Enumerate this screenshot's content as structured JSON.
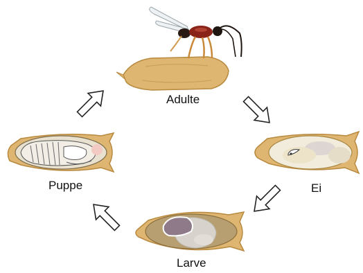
{
  "stages": {
    "adult": "Adulte",
    "egg": "Ei",
    "larva": "Larve",
    "pupa": "Puppe"
  },
  "colors": {
    "host_body": "#deb671",
    "host_outline": "#b8893e",
    "host_wing": "#e2bd7f",
    "egg_inner": "#f1ecdc",
    "larva_inner": "#b89f72",
    "larva_body": "#d7d3cc",
    "wasp_thorax": "#8b2418",
    "wasp_head": "#1e1410",
    "arrow_outline": "#222222"
  },
  "icons": [
    "wasp-icon",
    "host-pupa-icon",
    "cycle-arrow-icon"
  ]
}
